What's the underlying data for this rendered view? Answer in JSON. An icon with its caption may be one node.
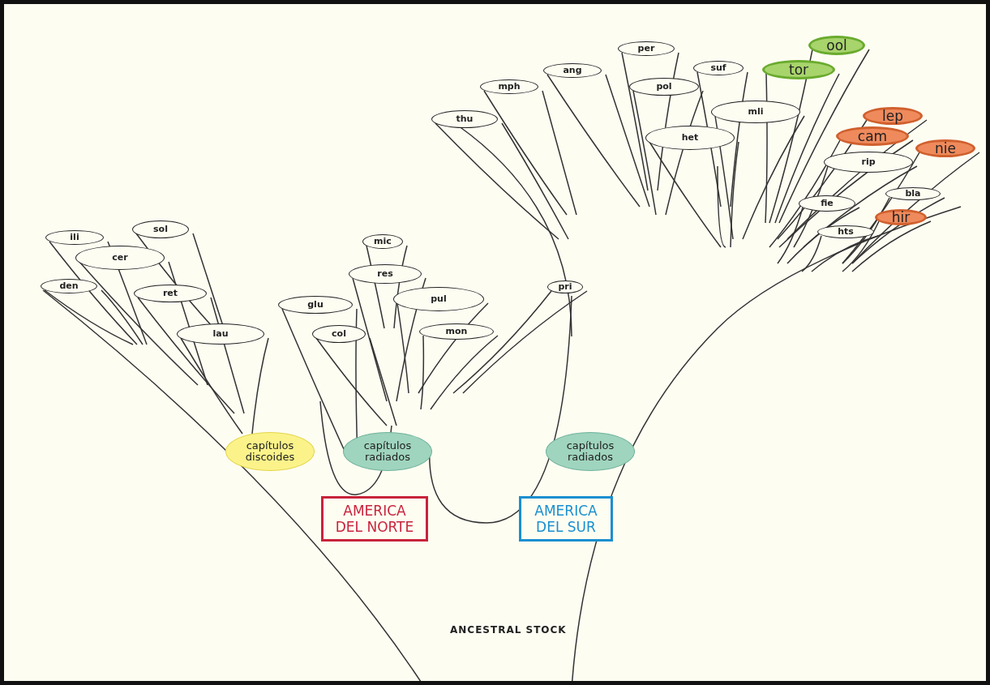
{
  "diagram": {
    "nodes": [
      {
        "text": [
          "ili"
        ]
      },
      {
        "text": [
          "sol"
        ]
      },
      {
        "text": [
          "cer"
        ]
      },
      {
        "text": [
          "den"
        ]
      },
      {
        "text": [
          "ret"
        ]
      },
      {
        "text": [
          "lau"
        ]
      },
      {
        "text": [
          "glu"
        ]
      },
      {
        "text": [
          "mic"
        ]
      },
      {
        "text": [
          "res"
        ]
      },
      {
        "text": [
          "col"
        ]
      },
      {
        "text": [
          "pul"
        ]
      },
      {
        "text": [
          "mon"
        ]
      },
      {
        "text": [
          "pri"
        ]
      },
      {
        "text": [
          "thu"
        ]
      },
      {
        "text": [
          "mph"
        ]
      },
      {
        "text": [
          "ang"
        ]
      },
      {
        "text": [
          "per"
        ]
      },
      {
        "text": [
          "pol"
        ]
      },
      {
        "text": [
          "suf"
        ]
      },
      {
        "text": [
          "het"
        ]
      },
      {
        "text": [
          "mli"
        ]
      },
      {
        "text": [
          "ool"
        ]
      },
      {
        "text": [
          "tor"
        ]
      },
      {
        "text": [
          "lep"
        ]
      },
      {
        "text": [
          "cam"
        ]
      },
      {
        "text": [
          "nie"
        ]
      },
      {
        "text": [
          "rip"
        ]
      },
      {
        "text": [
          "bla"
        ]
      },
      {
        "text": [
          "fie"
        ]
      },
      {
        "text": [
          "hir"
        ]
      },
      {
        "text": [
          "hts"
        ]
      },
      {
        "text": [
          "capítulos discoides"
        ]
      },
      {
        "text": [
          "capítulos radiados"
        ]
      },
      {
        "text": [
          "capítulos radiados"
        ]
      },
      {
        "text": [
          "AMERICA DEL NORTE"
        ]
      },
      {
        "text": [
          "AMERICA DEL SUR"
        ]
      }
    ],
    "labels": [
      "ANCESTRAL STOCK"
    ]
  }
}
